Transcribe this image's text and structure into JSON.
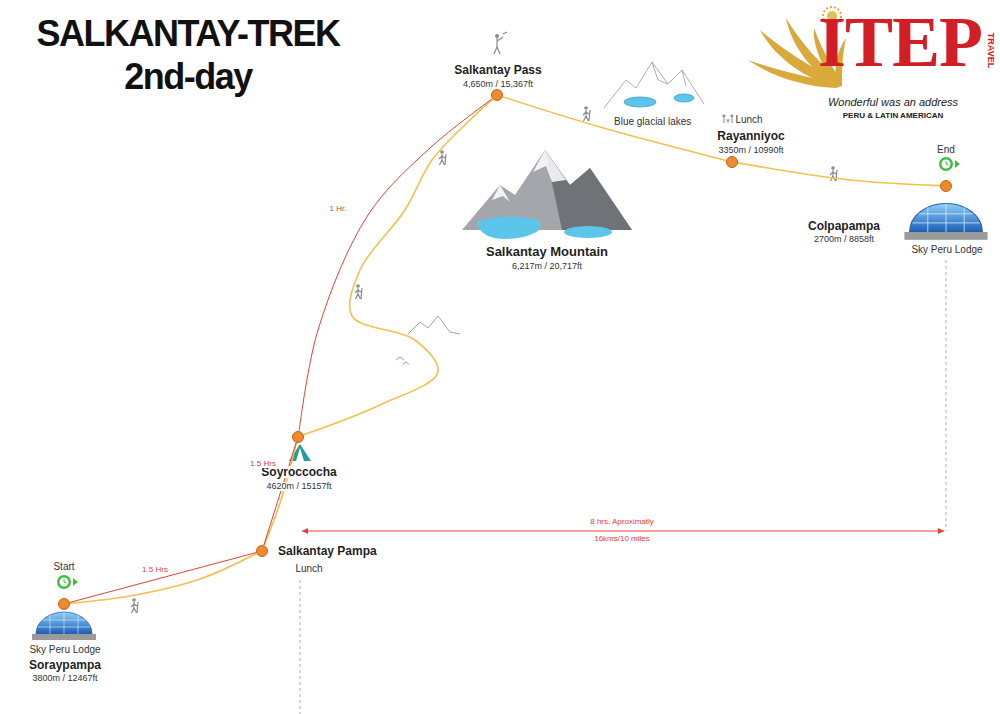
{
  "diagram": {
    "title": "SALKANTAY-TREK 2nd-day",
    "nodes": [
      {
        "text": [
          "Sky Peru Lodge",
          "Soraypampa",
          "3800m / 12467ft"
        ]
      },
      {
        "text": [
          "Salkantay Pampa",
          "Lunch"
        ]
      },
      {
        "text": [
          "Soyroccocha",
          "4620m / 15157ft"
        ]
      },
      {
        "text": [
          "Salkantay Pass",
          "4,650m / 15,367ft"
        ]
      },
      {
        "text": [
          "Lunch",
          "Rayanniyoc",
          "3350m / 10990ft"
        ]
      },
      {
        "text": [
          "Colpapampa",
          "2700m / 8858ft",
          "Sky Peru Lodge"
        ]
      }
    ],
    "edges": [
      {
        "from": 0,
        "to": 1,
        "arrow": "none"
      },
      {
        "from": 1,
        "to": 2,
        "arrow": "none"
      },
      {
        "from": 2,
        "to": 3,
        "arrow": "none"
      },
      {
        "from": 3,
        "to": 4,
        "arrow": "none"
      },
      {
        "from": 4,
        "to": 5,
        "arrow": "none"
      },
      {
        "from": 0,
        "to": 1,
        "label": "1.5 Hrs",
        "arrow": "none"
      },
      {
        "from": 1,
        "to": 2,
        "label": "1.5 Hrs",
        "arrow": "none"
      },
      {
        "from": 2,
        "to": 3,
        "label": "1 Hr.",
        "arrow": "none"
      }
    ],
    "labels": [
      "Start",
      "End",
      "Salkantay Mountain",
      "6,217m / 20,717ft",
      "Blue glacial lakes",
      "8 hrs. Aproximatly",
      "16kms/10 miles",
      "ITEP",
      "TRAVEL",
      "Wonderful was an address",
      "PERU & LATIN AMERICAN"
    ]
  }
}
